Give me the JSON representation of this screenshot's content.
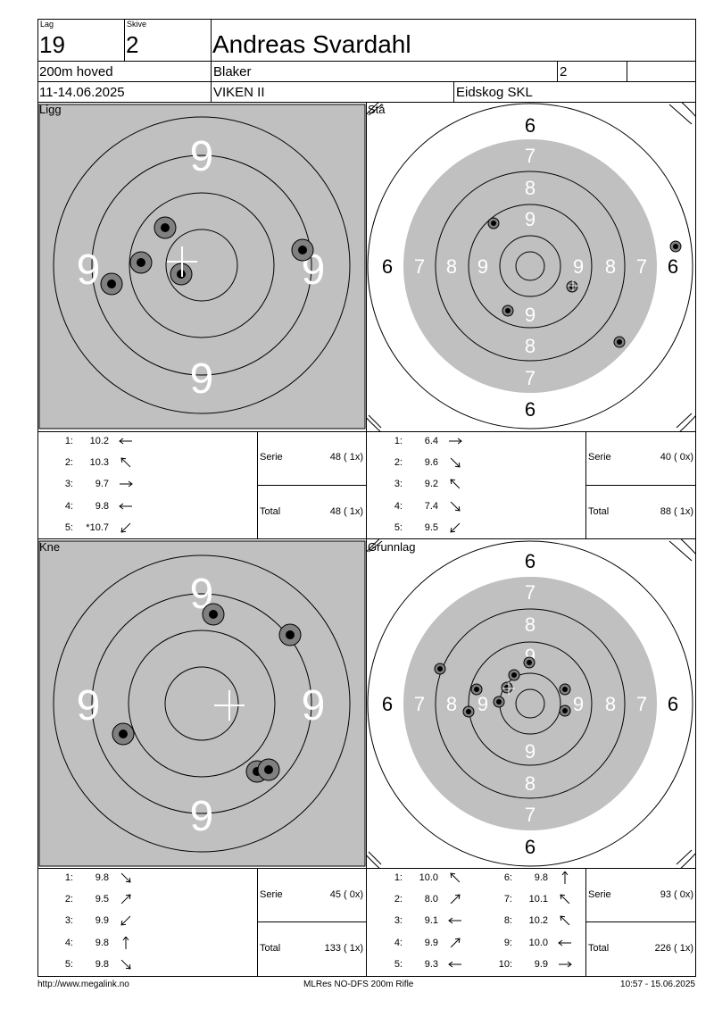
{
  "header": {
    "lag_label": "Lag",
    "lag_value": "19",
    "skive_label": "Skive",
    "skive_value": "2",
    "name": "Andreas Svardahl",
    "program": "200m hoved",
    "club": "Blaker",
    "class_value": "2",
    "date": "11-14.06.2025",
    "event": "VIKEN II",
    "venue": "Eidskog SKL"
  },
  "panels": [
    {
      "label": "Ligg",
      "zoom": "inner",
      "ring_labels": [
        "9",
        "9",
        "9",
        "9"
      ],
      "shots": [
        {
          "n": "1:",
          "v": "10.2",
          "dir": "W"
        },
        {
          "n": "2:",
          "v": "10.3",
          "dir": "NW"
        },
        {
          "n": "3:",
          "v": "9.7",
          "dir": "E"
        },
        {
          "n": "4:",
          "v": "9.8",
          "dir": "W"
        },
        {
          "n": "5:",
          "v": "*10.7",
          "dir": "SW"
        }
      ],
      "serie_label": "Serie",
      "serie_value": "48 ( 1x)",
      "total_label": "Total",
      "total_value": "48 ( 1x)"
    },
    {
      "label": "Stå",
      "zoom": "outer",
      "shots": [
        {
          "n": "1:",
          "v": "6.4",
          "dir": "E"
        },
        {
          "n": "2:",
          "v": "9.6",
          "dir": "SE"
        },
        {
          "n": "3:",
          "v": "9.2",
          "dir": "NW"
        },
        {
          "n": "4:",
          "v": "7.4",
          "dir": "SE"
        },
        {
          "n": "5:",
          "v": "9.5",
          "dir": "SW"
        }
      ],
      "serie_label": "Serie",
      "serie_value": "40 ( 0x)",
      "total_label": "Total",
      "total_value": "88 ( 1x)"
    },
    {
      "label": "Kne",
      "zoom": "inner",
      "ring_labels": [
        "9",
        "9",
        "9",
        "9"
      ],
      "shots": [
        {
          "n": "1:",
          "v": "9.8",
          "dir": "SE"
        },
        {
          "n": "2:",
          "v": "9.5",
          "dir": "NE"
        },
        {
          "n": "3:",
          "v": "9.9",
          "dir": "SW"
        },
        {
          "n": "4:",
          "v": "9.8",
          "dir": "N"
        },
        {
          "n": "5:",
          "v": "9.8",
          "dir": "SE"
        }
      ],
      "serie_label": "Serie",
      "serie_value": "45 ( 0x)",
      "total_label": "Total",
      "total_value": "133 ( 1x)"
    },
    {
      "label": "Grunnlag",
      "zoom": "outer",
      "shots": [
        {
          "n": "1:",
          "v": "10.0",
          "dir": "NW"
        },
        {
          "n": "2:",
          "v": "8.0",
          "dir": "NE"
        },
        {
          "n": "3:",
          "v": "9.1",
          "dir": "W"
        },
        {
          "n": "4:",
          "v": "9.9",
          "dir": "NE"
        },
        {
          "n": "5:",
          "v": "9.3",
          "dir": "W"
        },
        {
          "n": "6:",
          "v": "9.8",
          "dir": "N"
        },
        {
          "n": "7:",
          "v": "10.1",
          "dir": "NW"
        },
        {
          "n": "8:",
          "v": "10.2",
          "dir": "NW"
        },
        {
          "n": "9:",
          "v": "10.0",
          "dir": "W"
        },
        {
          "n": "10:",
          "v": "9.9",
          "dir": "E"
        }
      ],
      "serie_label": "Serie",
      "serie_value": "93 ( 0x)",
      "total_label": "Total",
      "total_value": "226 ( 1x)"
    }
  ],
  "outer_ring_labels": [
    "6",
    "7",
    "8",
    "9"
  ],
  "footer": {
    "url": "http://www.megalink.no",
    "product": "MLRes NO-DFS 200m Rifle",
    "timestamp": "10:57 - 15.06.2025"
  },
  "colors": {
    "target_gray": "#c0c0c0",
    "shot_halo": "#808080",
    "ink": "#000000"
  }
}
